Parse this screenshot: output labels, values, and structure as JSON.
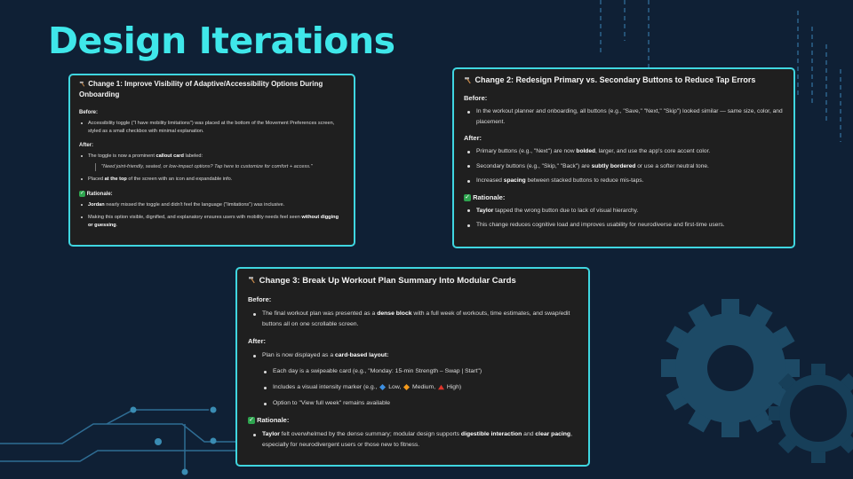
{
  "slide": {
    "title": "Design Iterations"
  },
  "change1": {
    "title": "Change 1: Improve Visibility of Adaptive/Accessibility Options During Onboarding",
    "before_label": "Before:",
    "before_1": "Accessibility toggle (\"I have mobility limitations\") was placed at the bottom of the Movement Preferences screen, styled as a small checkbox with minimal explanation.",
    "after_label": "After:",
    "after_1_pre": "The toggle is now a prominent ",
    "after_1_bold": "callout card",
    "after_1_post": " labeled:",
    "after_1_quote": "\"Need joint-friendly, seated, or low-impact options? Tap here to customize for comfort + access.\"",
    "after_2_pre": "Placed ",
    "after_2_bold": "at the top",
    "after_2_post": " of the screen with an icon and expandable info.",
    "rationale_label": "Rationale:",
    "rationale_1_bold": "Jordan",
    "rationale_1_post": " nearly missed the toggle and didn't feel the language (\"limitations\") was inclusive.",
    "rationale_2_pre": "Making this option visible, dignified, and explanatory ensures users with mobility needs feel seen ",
    "rationale_2_bold": "without digging or guessing",
    "rationale_2_post": "."
  },
  "change2": {
    "title": "Change 2: Redesign Primary vs. Secondary Buttons to Reduce Tap Errors",
    "before_label": "Before:",
    "before_1": "In the workout planner and onboarding, all buttons (e.g., \"Save,\" \"Next,\" \"Skip\") looked similar — same size, color, and placement.",
    "after_label": "After:",
    "after_1_pre": "Primary buttons (e.g., \"Next\") are now ",
    "after_1_bold": "bolded",
    "after_1_post": ", larger, and use the app's core accent color.",
    "after_2_pre": "Secondary buttons (e.g., \"Skip,\" \"Back\") are ",
    "after_2_bold": "subtly bordered",
    "after_2_post": " or use a softer neutral tone.",
    "after_3_pre": "Increased ",
    "after_3_bold": "spacing",
    "after_3_post": " between stacked buttons to reduce mis-taps.",
    "rationale_label": "Rationale:",
    "rationale_1_bold": "Taylor",
    "rationale_1_post": " tapped the wrong button due to lack of visual hierarchy.",
    "rationale_2": "This change reduces cognitive load and improves usability for neurodiverse and first-time users."
  },
  "change3": {
    "title": "Change 3: Break Up Workout Plan Summary Into Modular Cards",
    "before_label": "Before:",
    "before_1_pre": "The final workout plan was presented as a ",
    "before_1_bold": "dense block",
    "before_1_post": " with a full week of workouts, time estimates, and swap/edit buttons all on one scrollable screen.",
    "after_label": "After:",
    "after_1_pre": "Plan is now displayed as a ",
    "after_1_bold": "card-based layout:",
    "sub_1": "Each day is a swipeable card (e.g., \"Monday: 15-min Strength – Swap | Start\")",
    "sub_2_pre": "Includes a visual intensity marker (e.g., ",
    "sub_2_low": " Low, ",
    "sub_2_med": " Medium, ",
    "sub_2_high": " High)",
    "sub_3": "Option to \"View full week\" remains available",
    "rationale_label": "Rationale:",
    "rationale_1_bold": "Taylor",
    "rationale_1_mid": " felt overwhelmed by the dense summary; modular design supports ",
    "rationale_1_bold2": "digestible interaction",
    "rationale_1_and": " and ",
    "rationale_1_bold3": "clear pacing",
    "rationale_1_post": ", especially for neurodivergent users or those new to fitness."
  },
  "icons": {
    "hammer": "hammer-icon",
    "check": "check-mark-icon",
    "check_glyph": "✓",
    "low_marker": "blue-diamond-icon",
    "medium_marker": "orange-diamond-icon",
    "high_marker": "red-triangle-icon"
  },
  "colors": {
    "background": "#0f2035",
    "accent_cyan": "#3fe7ea",
    "card_background": "#1f1f1f",
    "check_green": "#2ea44f",
    "gear": "#1d4a66"
  }
}
